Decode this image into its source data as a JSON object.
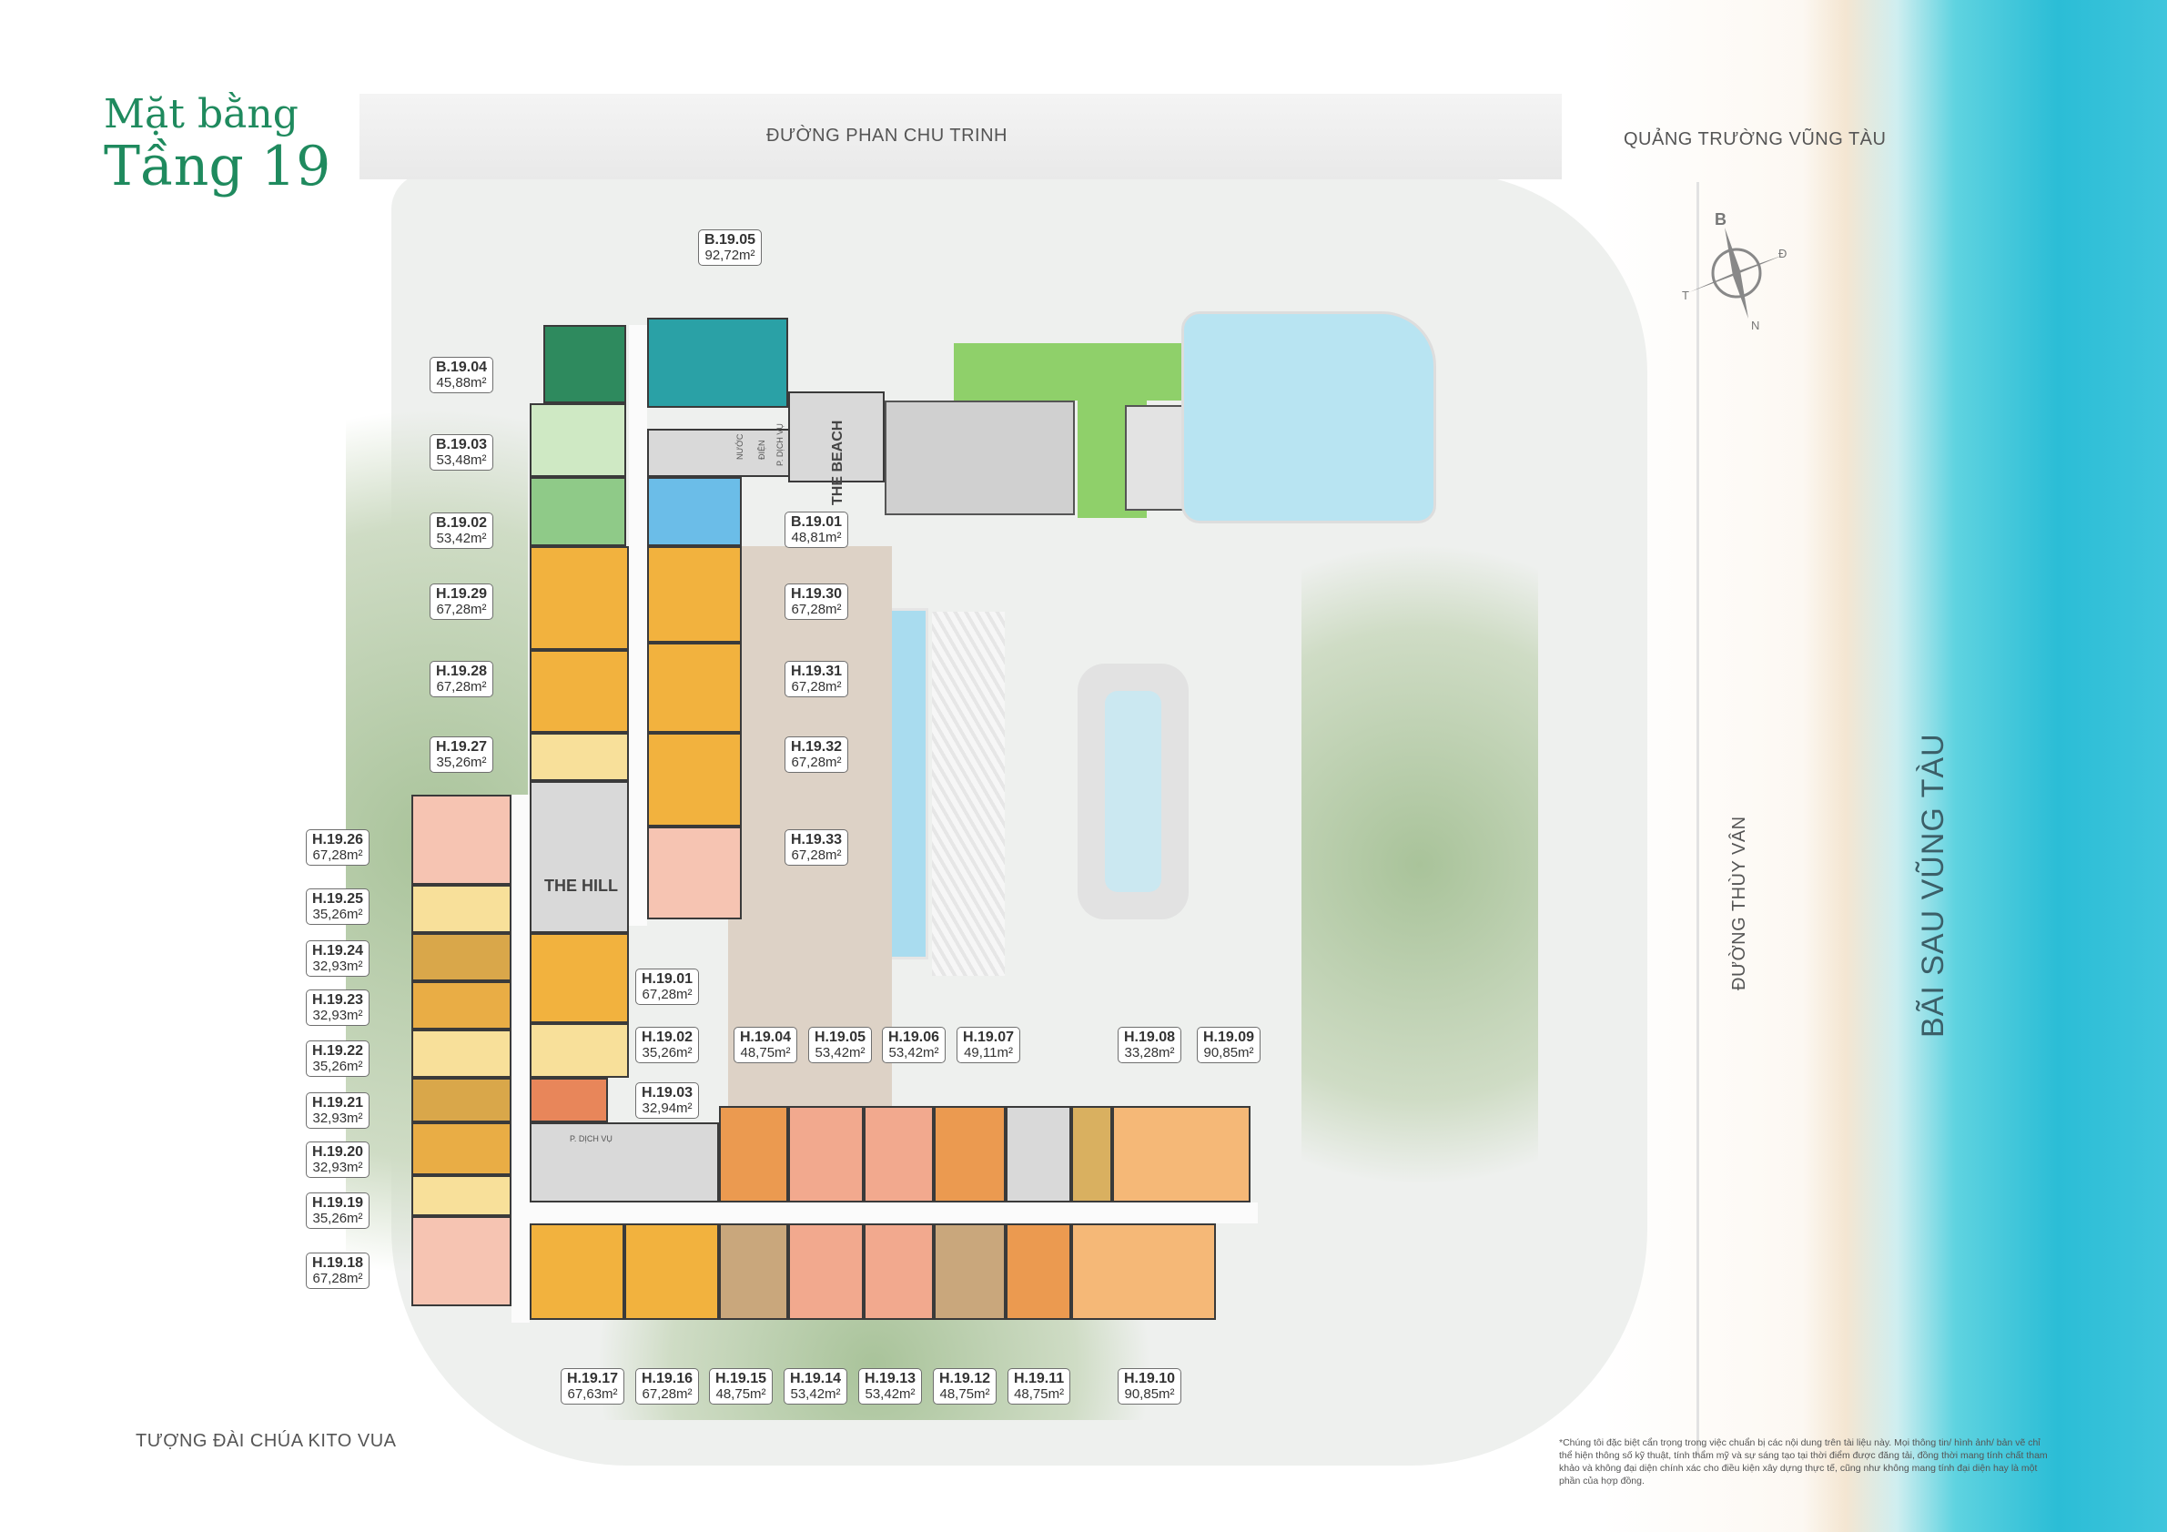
{
  "title": {
    "line1": "Mặt bằng",
    "line2": "Tầng 19"
  },
  "roads": {
    "top": "ĐƯỜNG PHAN CHU TRINH",
    "top_right": "QUẢNG TRƯỜNG VŨNG TÀU",
    "right": "ĐƯỜNG THÙY VÂN",
    "beach": "BÃI SAU VŨNG TÀU",
    "bottom_left": "TƯỢNG ĐÀI CHÚA KITO VUA"
  },
  "compass": {
    "n": "B",
    "e": "Đ",
    "s": "N",
    "w": "T"
  },
  "areas": {
    "the_hill": "THE HILL",
    "the_beach": "THE BEACH",
    "service_room": "P. DỊCH VỤ",
    "water": "NƯỚC",
    "electric": "ĐIỆN",
    "service_room_2": "P. DỊCH VỤ"
  },
  "colors": {
    "title": "#1f8a5e",
    "sea": "#2bbdd6",
    "pool": "#a9dcef",
    "lawn": "#8fd06a"
  },
  "units": [
    {
      "code": "B.19.05",
      "area": "92,72m²",
      "color": "#2aa1a6"
    },
    {
      "code": "B.19.04",
      "area": "45,88m²",
      "color": "#2e8a5e"
    },
    {
      "code": "B.19.03",
      "area": "53,48m²",
      "color": "#cfe9c4"
    },
    {
      "code": "B.19.02",
      "area": "53,42m²",
      "color": "#8fca88"
    },
    {
      "code": "B.19.01",
      "area": "48,81m²",
      "color": "#6bbde8"
    },
    {
      "code": "H.19.29",
      "area": "67,28m²",
      "color": "#f2b23e"
    },
    {
      "code": "H.19.28",
      "area": "67,28m²",
      "color": "#f2b23e"
    },
    {
      "code": "H.19.27",
      "area": "35,26m²",
      "color": "#f8e09a"
    },
    {
      "code": "H.19.30",
      "area": "67,28m²",
      "color": "#f2b23e"
    },
    {
      "code": "H.19.31",
      "area": "67,28m²",
      "color": "#f2b23e"
    },
    {
      "code": "H.19.32",
      "area": "67,28m²",
      "color": "#f2b23e"
    },
    {
      "code": "H.19.33",
      "area": "67,28m²",
      "color": "#f6c4b2"
    },
    {
      "code": "H.19.26",
      "area": "67,28m²",
      "color": "#f6c4b2"
    },
    {
      "code": "H.19.25",
      "area": "35,26m²",
      "color": "#f8e09a"
    },
    {
      "code": "H.19.24",
      "area": "32,93m²",
      "color": "#d9a74a"
    },
    {
      "code": "H.19.23",
      "area": "32,93m²",
      "color": "#e9ad45"
    },
    {
      "code": "H.19.22",
      "area": "35,26m²",
      "color": "#f8e09a"
    },
    {
      "code": "H.19.21",
      "area": "32,93m²",
      "color": "#d9a74a"
    },
    {
      "code": "H.19.20",
      "area": "32,93m²",
      "color": "#e9ad45"
    },
    {
      "code": "H.19.19",
      "area": "35,26m²",
      "color": "#f8e09a"
    },
    {
      "code": "H.19.18",
      "area": "67,28m²",
      "color": "#f6c4b2"
    },
    {
      "code": "H.19.01",
      "area": "67,28m²",
      "color": "#f2b23e"
    },
    {
      "code": "H.19.02",
      "area": "35,26m²",
      "color": "#f8e09a"
    },
    {
      "code": "H.19.03",
      "area": "32,94m²",
      "color": "#e8865a"
    },
    {
      "code": "H.19.04",
      "area": "48,75m²",
      "color": "#eb9a50"
    },
    {
      "code": "H.19.05",
      "area": "53,42m²",
      "color": "#f2a98e"
    },
    {
      "code": "H.19.06",
      "area": "53,42m²",
      "color": "#f2a98e"
    },
    {
      "code": "H.19.07",
      "area": "49,11m²",
      "color": "#eb9a50"
    },
    {
      "code": "H.19.08",
      "area": "33,28m²",
      "color": "#d9b060"
    },
    {
      "code": "H.19.09",
      "area": "90,85m²",
      "color": "#f5b877"
    },
    {
      "code": "H.19.17",
      "area": "67,63m²",
      "color": "#f2b23e"
    },
    {
      "code": "H.19.16",
      "area": "67,28m²",
      "color": "#f2b23e"
    },
    {
      "code": "H.19.15",
      "area": "48,75m²",
      "color": "#c9a77c"
    },
    {
      "code": "H.19.14",
      "area": "53,42m²",
      "color": "#f2a98e"
    },
    {
      "code": "H.19.13",
      "area": "53,42m²",
      "color": "#f2a98e"
    },
    {
      "code": "H.19.12",
      "area": "48,75m²",
      "color": "#c9a77c"
    },
    {
      "code": "H.19.11",
      "area": "48,75m²",
      "color": "#eb9a50"
    },
    {
      "code": "H.19.10",
      "area": "90,85m²",
      "color": "#f5b877"
    }
  ],
  "disclaimer": "*Chúng tôi đặc biệt cẩn trọng trong việc chuẩn bị các nội dung trên tài liệu này. Mọi thông tin/ hình ảnh/ bản vẽ chỉ thể hiện thông số kỹ thuật, tính thẩm mỹ và sự sáng tạo tại thời điểm được đăng tải, đồng thời mang tính chất tham khảo và không đại diện chính xác cho điều kiện xây dựng thực tế, cũng như không mang tính đại diện hay là một phần của hợp đồng."
}
